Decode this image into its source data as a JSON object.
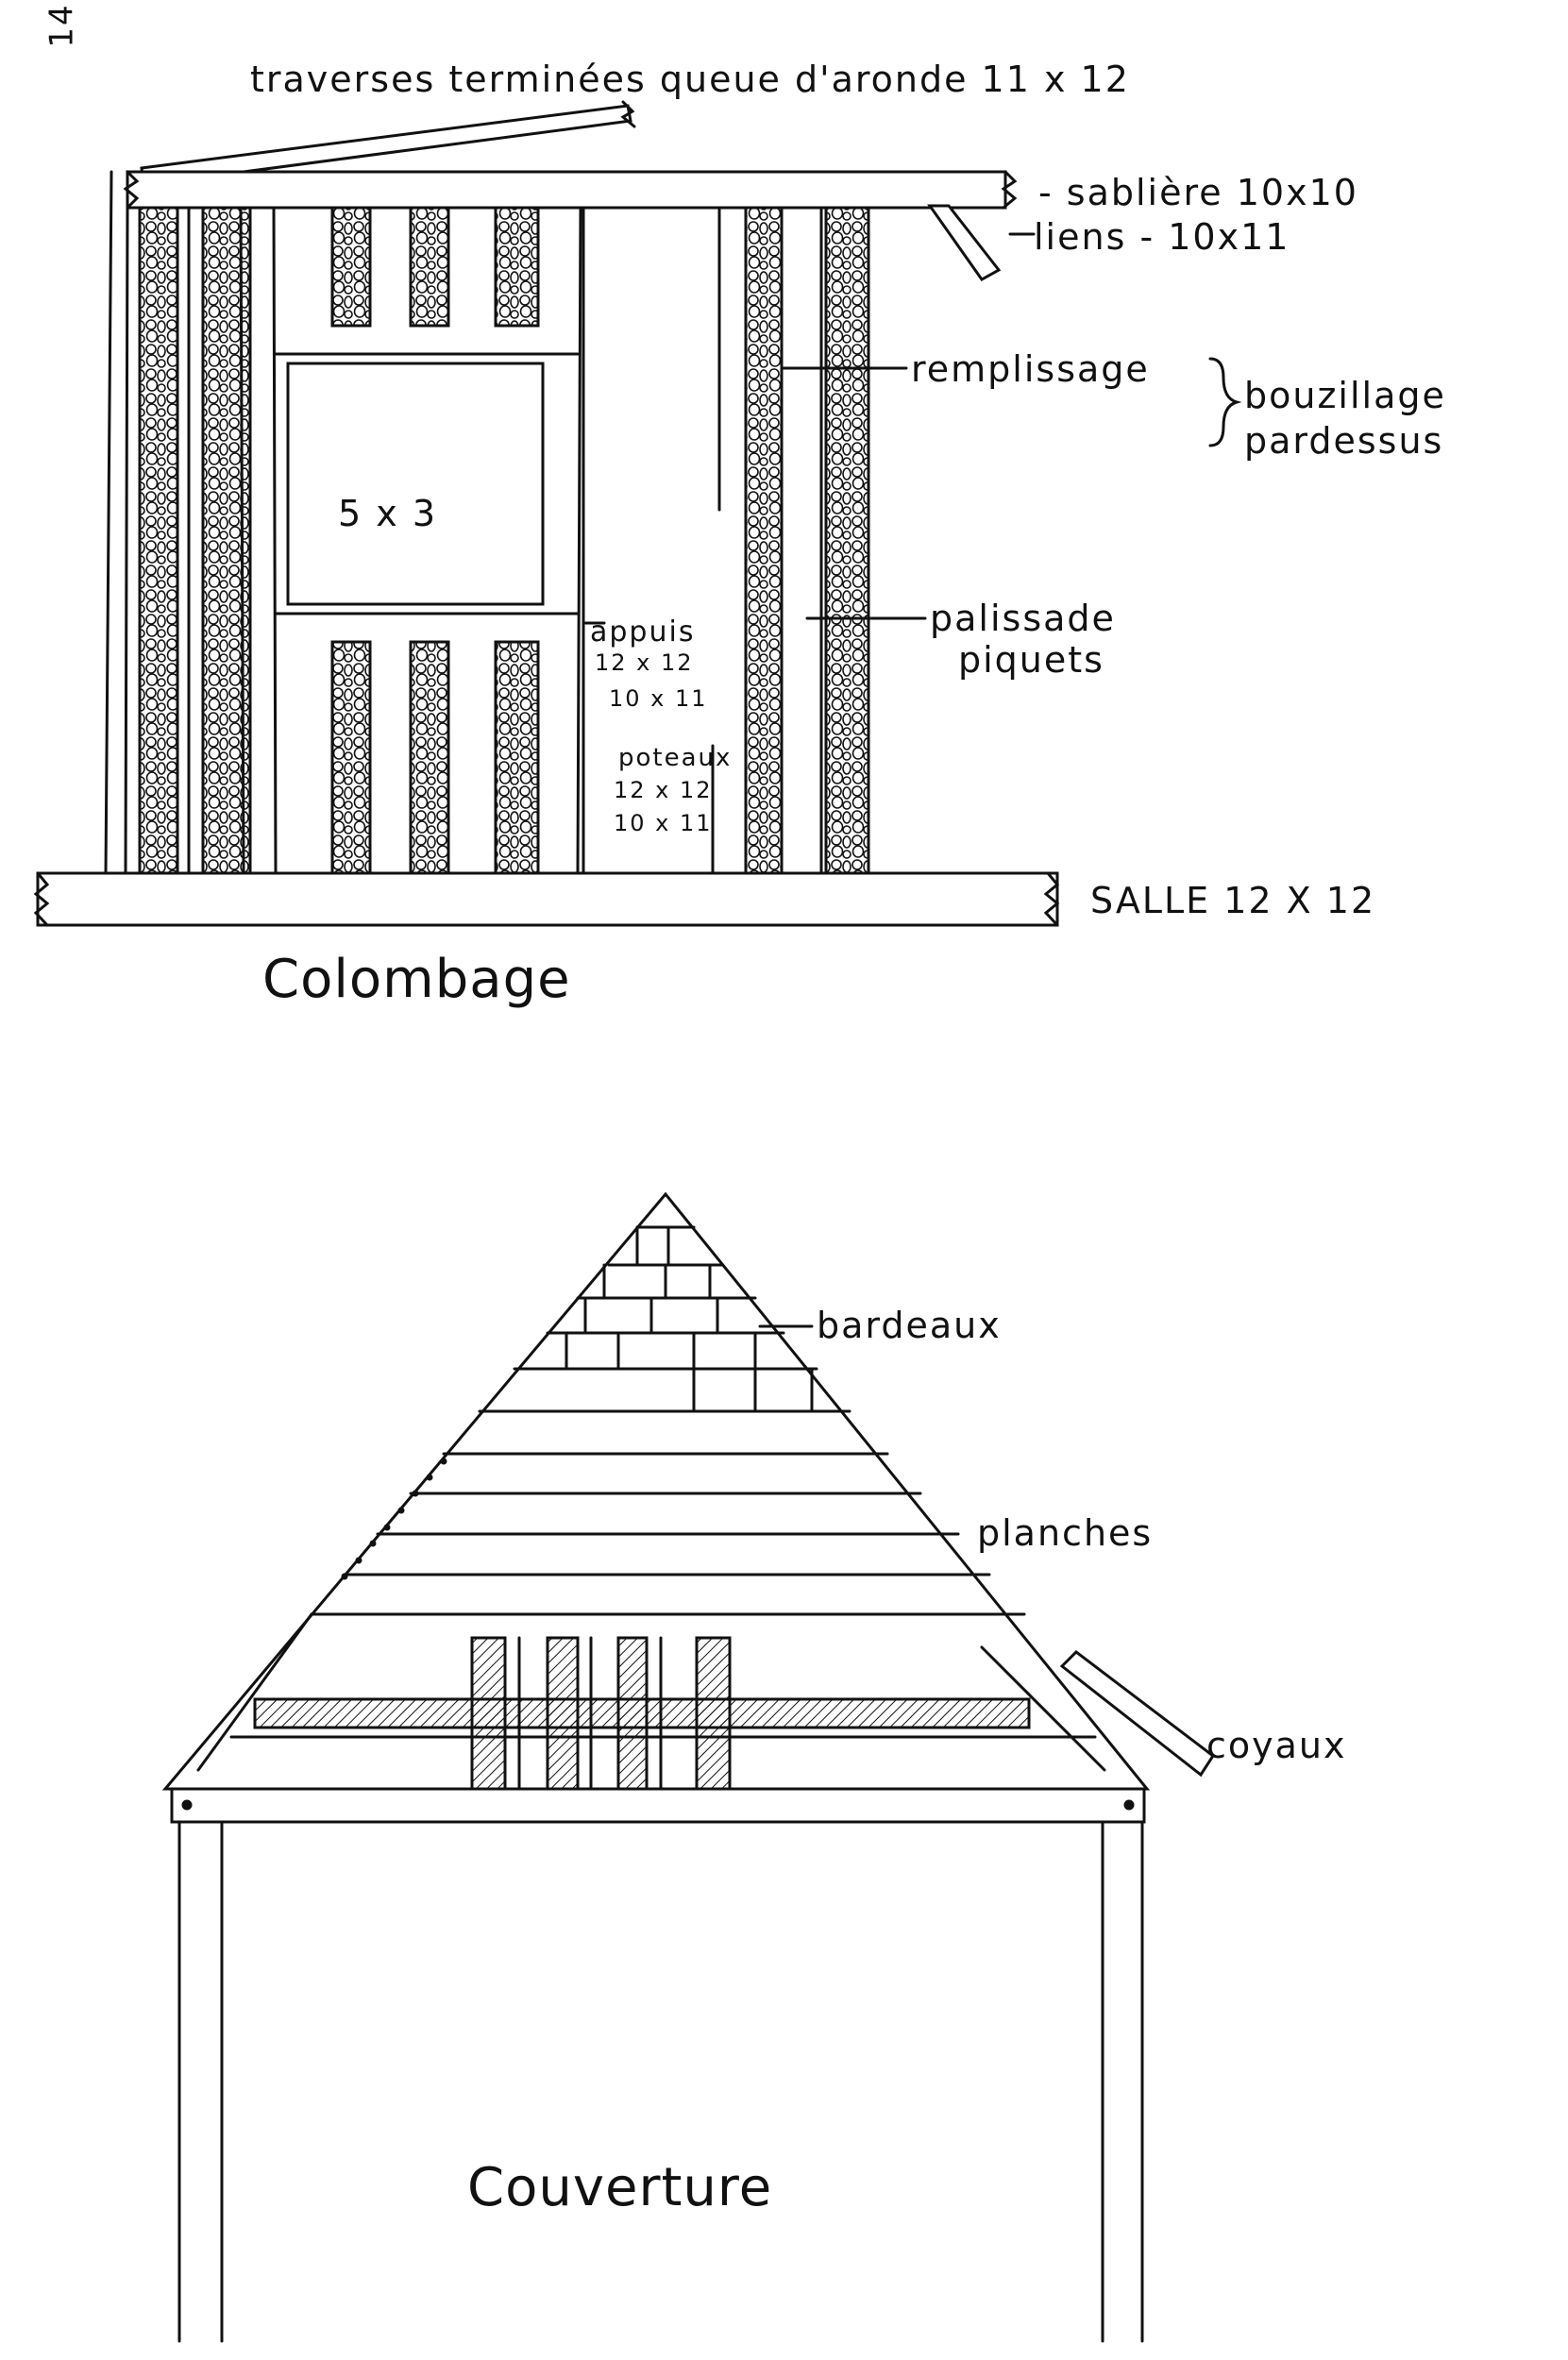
{
  "page_number": "14",
  "colombage": {
    "title": "Colombage",
    "labels": {
      "traverses": "traverses terminées  queue d'aronde  11 x 12",
      "sabliere": "- sablière  10x10",
      "liens": "liens -  10x11",
      "remplissage": "remplissage",
      "bouzillage": "bouzillage",
      "pardessus": "pardessus",
      "palissade": "palissade",
      "piquets": "piquets",
      "window": "5 x 3",
      "appuis": "appuis",
      "appuis_dim1": "12 x 12",
      "appuis_dim2": "10 x 11",
      "poteaux": "poteaux",
      "poteaux_dim1": "12 x 12",
      "poteaux_dim2": "10 x 11",
      "salle": "SALLE  12 X 12"
    }
  },
  "couverture": {
    "title": "Couverture",
    "labels": {
      "bardeaux": "bardeaux",
      "planches": "planches",
      "coyaux": "coyaux"
    }
  }
}
